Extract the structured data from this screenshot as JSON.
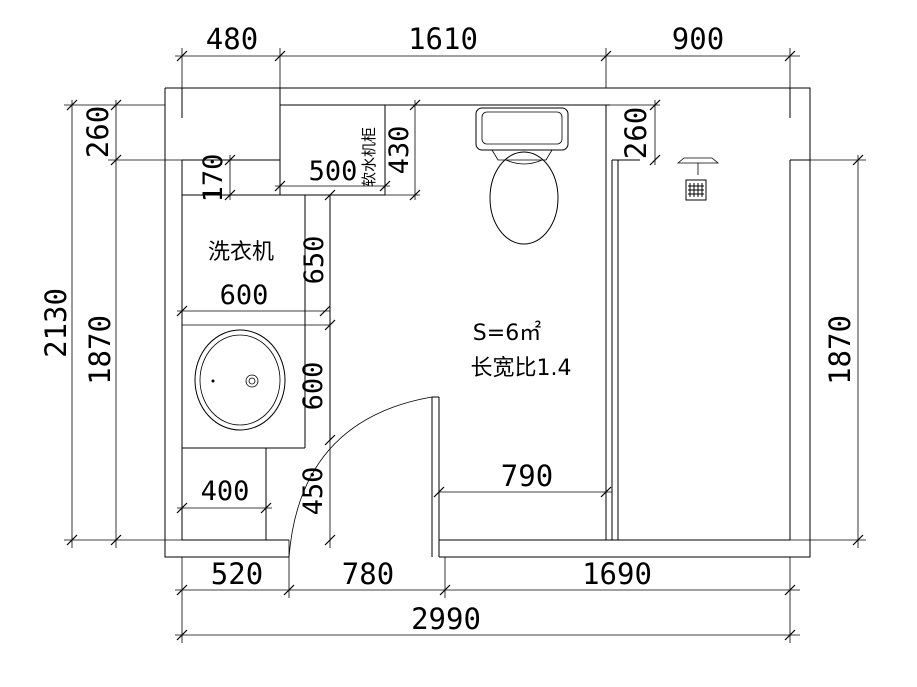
{
  "dimensions": {
    "top_left": "480",
    "top_middle": "1610",
    "top_right": "900",
    "left_total": "2130",
    "left_upper": "260",
    "left_lower": "1870",
    "right_upper": "260",
    "right_lower": "1870",
    "recess_height": "170",
    "softener_height": "430",
    "softener_width": "500",
    "washer_width": "600",
    "washer_height": "650",
    "basin_height": "600",
    "small_width": "400",
    "door_height": "450",
    "gap_width": "790",
    "bottom_left": "520",
    "bottom_door": "780",
    "bottom_right": "1690",
    "bottom_total": "2990"
  },
  "labels": {
    "washer": "洗衣机",
    "softener": "软水机柜",
    "area": "S=6㎡",
    "ratio": "长宽比1.4"
  }
}
